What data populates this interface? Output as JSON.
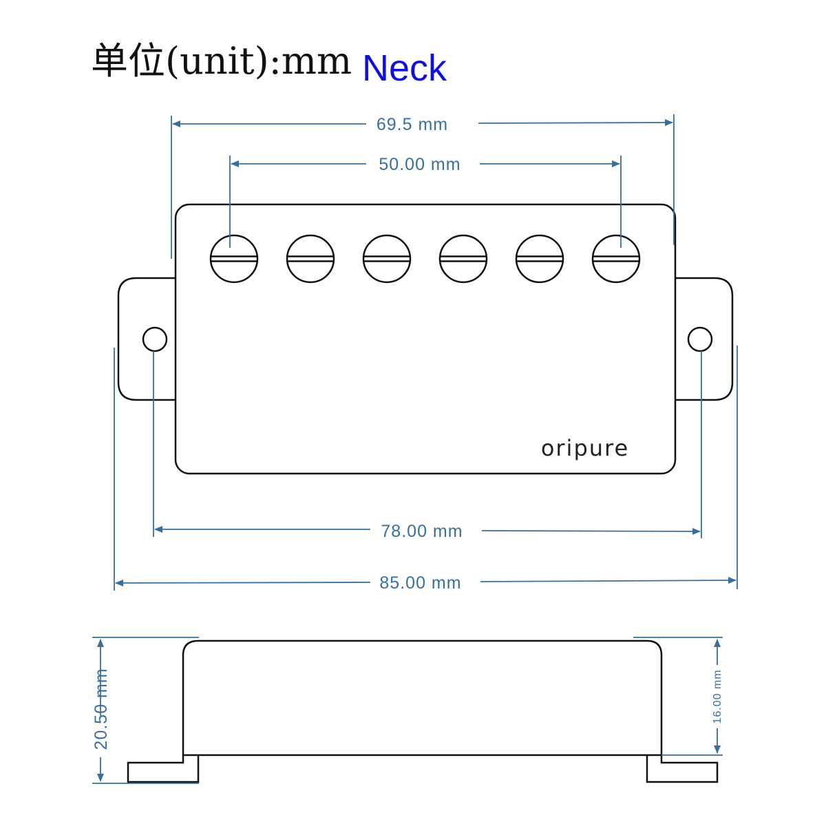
{
  "header": {
    "unit_label": "单位(unit):mm",
    "position_label": "Neck"
  },
  "brand": "oripure",
  "dimensions": {
    "overall_cover_width": "69.5 mm",
    "pole_spacing": "50.00 mm",
    "mounting_hole_spacing": "78.00 mm",
    "overall_length": "85.00 mm",
    "total_height": "20.50 mm",
    "cover_height": "16.00 mm"
  },
  "pole_piece_count": 6,
  "colors": {
    "outline": "#111111",
    "dimension": "#3a6f9a",
    "neck_label": "#1010d8"
  }
}
